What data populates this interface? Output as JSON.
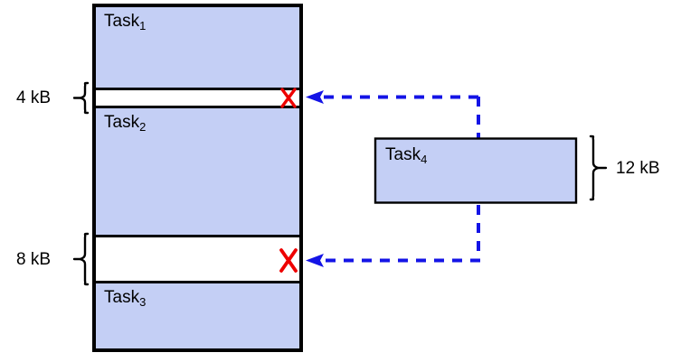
{
  "diagram": {
    "title": "Memory allocation fragmentation diagram",
    "colors": {
      "block_fill": "#c4cff5",
      "block_stroke": "#000000",
      "gap_fill": "#ffffff",
      "arrow": "#1414e6",
      "cross": "#ee0000",
      "text": "#000000"
    }
  },
  "memory_column": {
    "name": "main-memory-column",
    "blocks": [
      {
        "id": "task1",
        "label": "Task",
        "subscript": "1",
        "kind": "occupied"
      },
      {
        "id": "gap1",
        "label": "",
        "subscript": "",
        "kind": "free",
        "size_label": "4 kB"
      },
      {
        "id": "task2",
        "label": "Task",
        "subscript": "2",
        "kind": "occupied"
      },
      {
        "id": "gap2",
        "label": "",
        "subscript": "",
        "kind": "free",
        "size_label": "8 kB"
      },
      {
        "id": "task3",
        "label": "Task",
        "subscript": "3",
        "kind": "occupied"
      }
    ]
  },
  "incoming_task": {
    "name": "task4-box",
    "label": "Task",
    "subscript": "4",
    "size_label": "12 kB"
  },
  "markers": {
    "cross_glyph": "X",
    "cross_top_meaning": "does-not-fit-4kb-gap",
    "cross_bottom_meaning": "does-not-fit-8kb-gap"
  },
  "braces": {
    "gap1_size": "4 kB",
    "gap2_size": "8 kB",
    "task4_size": "12 kB"
  }
}
